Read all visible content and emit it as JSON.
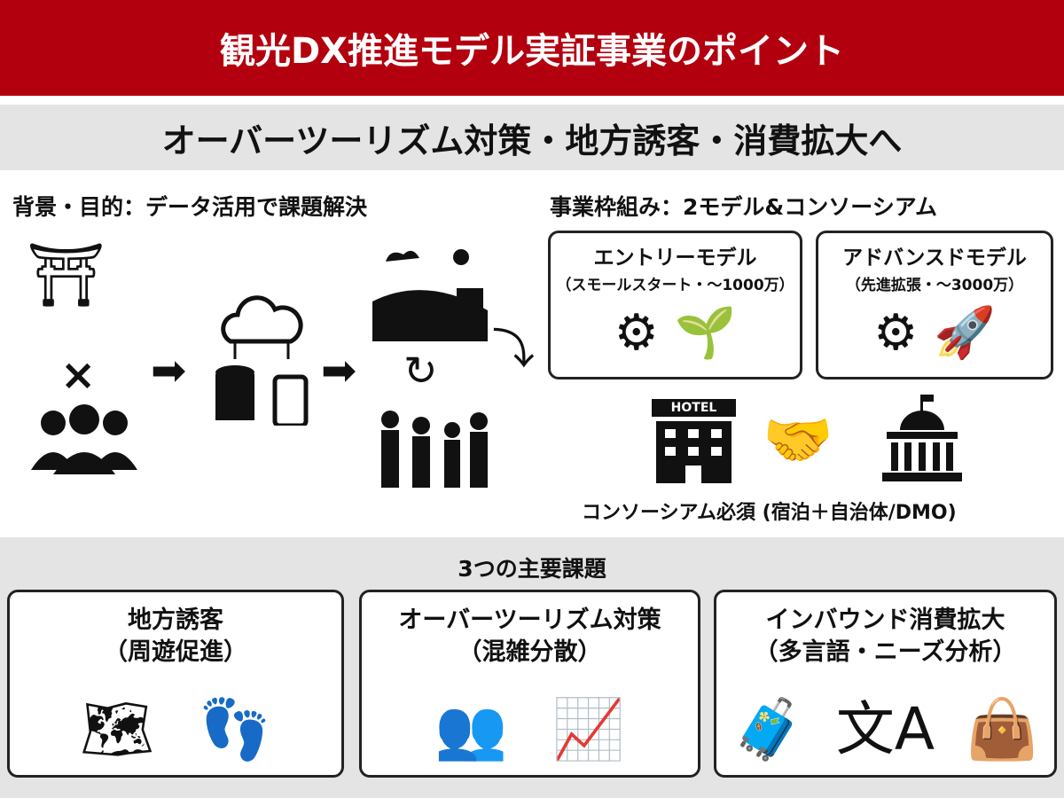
{
  "header": {
    "title": "観光DX推進モデル実証事業のポイント"
  },
  "subtitle": "オーバーツーリズム対策・地方誘客・消費拡大へ",
  "background": {
    "heading": "背景・目的：データ活用で課題解決",
    "multiply": "×"
  },
  "framework": {
    "heading": "事業枠組み：2モデル&コンソーシアム",
    "models": [
      {
        "title": "エントリーモデル",
        "sub": "（スモールスタート・～1000万）"
      },
      {
        "title": "アドバンスドモデル",
        "sub": "（先進拡張・～3000万）"
      }
    ],
    "hotel_sign": "HOTEL",
    "consortium": "コンソーシアム必須 (宿泊＋自治体/DMO)"
  },
  "issues": {
    "heading": "3つの主要課題",
    "items": [
      {
        "title": "地方誘客",
        "sub": "（周遊促進）"
      },
      {
        "title": "オーバーツーリズム対策",
        "sub": "（混雑分散）"
      },
      {
        "title": "インバウンド消費拡大",
        "sub": "（多言語・ニーズ分析）"
      }
    ]
  }
}
